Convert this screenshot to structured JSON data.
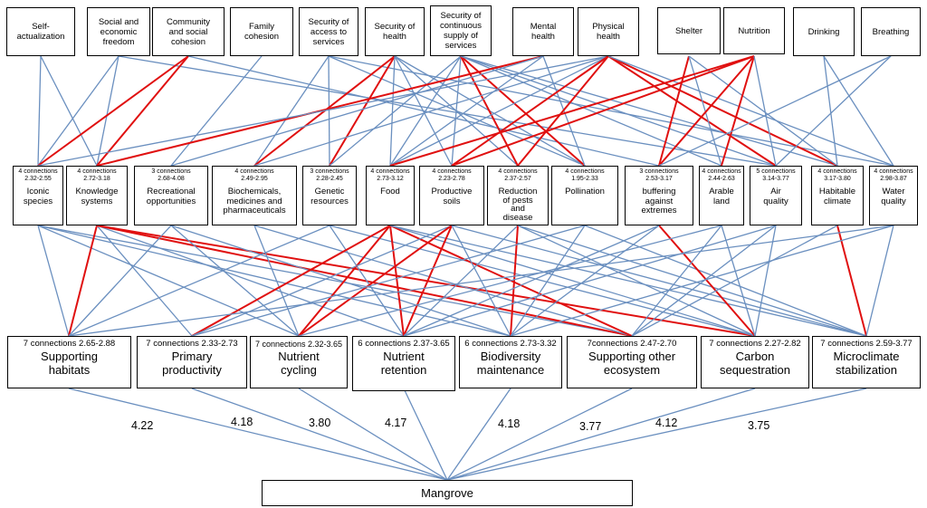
{
  "colors": {
    "blue_line": "#6a8fbf",
    "red_line": "#e01010",
    "box_border": "#000000"
  },
  "top_nodes": [
    {
      "id": "t0",
      "label": "Self-\nactualization"
    },
    {
      "id": "t1",
      "label": "Social and\neconomic\nfreedom"
    },
    {
      "id": "t2",
      "label": "Community\nand social\ncohesion"
    },
    {
      "id": "t3",
      "label": "Family\ncohesion"
    },
    {
      "id": "t4",
      "label": "Security of\naccess to\nservices"
    },
    {
      "id": "t5",
      "label": "Security of\nhealth"
    },
    {
      "id": "t6",
      "label": "Security of\ncontinuous\nsupply of\nservices"
    },
    {
      "id": "t7",
      "label": "Mental\nhealth"
    },
    {
      "id": "t8",
      "label": "Physical\nhealth"
    },
    {
      "id": "t9",
      "label": "Shelter"
    },
    {
      "id": "t10",
      "label": "Nutrition"
    },
    {
      "id": "t11",
      "label": "Drinking"
    },
    {
      "id": "t12",
      "label": "Breathing"
    }
  ],
  "mid_nodes": [
    {
      "id": "m0",
      "connections": "4 connections",
      "range": "2.32-2.55",
      "label": "Iconic\nspecies"
    },
    {
      "id": "m1",
      "connections": "4 connections",
      "range": "2.72-3.18",
      "label": "Knowledge\nsystems"
    },
    {
      "id": "m2",
      "connections": "3 connections",
      "range": "2.68-4.08",
      "label": "Recreational\nopportunities"
    },
    {
      "id": "m3",
      "connections": "4 connections",
      "range": "2.49-2.95",
      "label": "Biochemicals,\nmedicines and\npharmaceuticals"
    },
    {
      "id": "m4",
      "connections": "3 connections",
      "range": "2.28-2.45",
      "label": "Genetic\nresources"
    },
    {
      "id": "m5",
      "connections": "4 connections",
      "range": "2.73-3.12",
      "label": "Food"
    },
    {
      "id": "m6",
      "connections": "4 connections",
      "range": "2.23-2.78",
      "label": "Productive\nsoils"
    },
    {
      "id": "m7",
      "connections": "4 connections",
      "range": "2.37-2.57",
      "label": "Reduction\nof pests\nand\ndisease"
    },
    {
      "id": "m8",
      "connections": "4 connections",
      "range": "1.95-2.33",
      "label": "Pollination"
    },
    {
      "id": "m9",
      "connections": "3 connections",
      "range": "2.53-3.17",
      "label": "buffering\nagainst\nextremes"
    },
    {
      "id": "m10",
      "connections": "4 connections",
      "range": "2.44-2.63",
      "label": "Arable\nland"
    },
    {
      "id": "m11",
      "connections": "5 connections",
      "range": "3.14-3.77",
      "label": "Air\nquality"
    },
    {
      "id": "m12",
      "connections": "4 connections",
      "range": "3.17-3.80",
      "label": "Habitable\nclimate"
    },
    {
      "id": "m13",
      "connections": "4 connections",
      "range": "2.98-3.87",
      "label": "Water\nquality"
    }
  ],
  "bottom_nodes": [
    {
      "id": "b0",
      "cr": "7 connections 2.65-2.88",
      "label": "Supporting\nhabitats"
    },
    {
      "id": "b1",
      "cr": "7 connections   2.33-2.73",
      "label": "Primary\nproductivity"
    },
    {
      "id": "b2",
      "cr": "7 connections 2.32-3.65",
      "label": "Nutrient\ncycling"
    },
    {
      "id": "b3",
      "cr": "6 connections 2.37-3.65",
      "label": "Nutrient\nretention"
    },
    {
      "id": "b4",
      "cr": "6 connections 2.73-3.32",
      "label": "Biodiversity\nmaintenance"
    },
    {
      "id": "b5",
      "cr": "7connections 2.47-2.70",
      "label": "Supporting other\necosystem"
    },
    {
      "id": "b6",
      "cr": "7 connections  2.27-2.82",
      "label": "Carbon\nsequestration"
    },
    {
      "id": "b7",
      "cr": "7 connections 2.59-3.77",
      "label": "Microclimate\nstabilization"
    }
  ],
  "root": {
    "label": "Mangrove"
  },
  "mangrove_weights": [
    "4.22",
    "4.18",
    "3.80",
    "4.17",
    "4.18",
    "3.77",
    "4.12",
    "3.75"
  ],
  "edges_top_mid": [
    [
      "t0",
      "m0",
      "b"
    ],
    [
      "t0",
      "m1",
      "b"
    ],
    [
      "t1",
      "m1",
      "b"
    ],
    [
      "t1",
      "m0",
      "b"
    ],
    [
      "t1",
      "m11",
      "b"
    ],
    [
      "t2",
      "m0",
      "r"
    ],
    [
      "t2",
      "m1",
      "r"
    ],
    [
      "t2",
      "m9",
      "b"
    ],
    [
      "t3",
      "m2",
      "b"
    ],
    [
      "t4",
      "m3",
      "b"
    ],
    [
      "t4",
      "m4",
      "b"
    ],
    [
      "t4",
      "m8",
      "b"
    ],
    [
      "t4",
      "m13",
      "b"
    ],
    [
      "t5",
      "m3",
      "r"
    ],
    [
      "t5",
      "m4",
      "r"
    ],
    [
      "t5",
      "m5",
      "b"
    ],
    [
      "t5",
      "m6",
      "b"
    ],
    [
      "t5",
      "m7",
      "b"
    ],
    [
      "t5",
      "m8",
      "b"
    ],
    [
      "t6",
      "m4",
      "b"
    ],
    [
      "t6",
      "m5",
      "b"
    ],
    [
      "t6",
      "m6",
      "b"
    ],
    [
      "t6",
      "m7",
      "r"
    ],
    [
      "t6",
      "m8",
      "r"
    ],
    [
      "t6",
      "m10",
      "b"
    ],
    [
      "t6",
      "m11",
      "b"
    ],
    [
      "t6",
      "m12",
      "b"
    ],
    [
      "t7",
      "m1",
      "r"
    ],
    [
      "t7",
      "m2",
      "b"
    ],
    [
      "t7",
      "m5",
      "b"
    ],
    [
      "t7",
      "m8",
      "b"
    ],
    [
      "t8",
      "m0",
      "b"
    ],
    [
      "t8",
      "m3",
      "b"
    ],
    [
      "t8",
      "m5",
      "b"
    ],
    [
      "t8",
      "m6",
      "r"
    ],
    [
      "t8",
      "m7",
      "r"
    ],
    [
      "t8",
      "m11",
      "r"
    ],
    [
      "t8",
      "m12",
      "r"
    ],
    [
      "t8",
      "m13",
      "b"
    ],
    [
      "t9",
      "m9",
      "r"
    ],
    [
      "t9",
      "m10",
      "b"
    ],
    [
      "t9",
      "m12",
      "b"
    ],
    [
      "t10",
      "m5",
      "r"
    ],
    [
      "t10",
      "m6",
      "r"
    ],
    [
      "t10",
      "m9",
      "r"
    ],
    [
      "t10",
      "m10",
      "r"
    ],
    [
      "t10",
      "m11",
      "b"
    ],
    [
      "t11",
      "m12",
      "b"
    ],
    [
      "t11",
      "m13",
      "b"
    ],
    [
      "t12",
      "m11",
      "b"
    ],
    [
      "t12",
      "m9",
      "b"
    ]
  ],
  "edges_mid_bot": [
    [
      "m0",
      "b0",
      "b"
    ],
    [
      "m0",
      "b2",
      "b"
    ],
    [
      "m0",
      "b4",
      "b"
    ],
    [
      "m0",
      "b5",
      "b"
    ],
    [
      "m1",
      "b0",
      "r"
    ],
    [
      "m1",
      "b1",
      "b"
    ],
    [
      "m1",
      "b3",
      "b"
    ],
    [
      "m1",
      "b5",
      "r"
    ],
    [
      "m1",
      "b6",
      "r"
    ],
    [
      "m2",
      "b0",
      "b"
    ],
    [
      "m2",
      "b2",
      "b"
    ],
    [
      "m2",
      "b4",
      "b"
    ],
    [
      "m3",
      "b2",
      "b"
    ],
    [
      "m3",
      "b5",
      "b"
    ],
    [
      "m4",
      "b0",
      "b"
    ],
    [
      "m4",
      "b3",
      "b"
    ],
    [
      "m4",
      "b6",
      "b"
    ],
    [
      "m5",
      "b1",
      "r"
    ],
    [
      "m5",
      "b2",
      "r"
    ],
    [
      "m5",
      "b3",
      "r"
    ],
    [
      "m5",
      "b5",
      "r"
    ],
    [
      "m5",
      "b6",
      "b"
    ],
    [
      "m5",
      "b7",
      "b"
    ],
    [
      "m6",
      "b1",
      "b"
    ],
    [
      "m6",
      "b2",
      "r"
    ],
    [
      "m6",
      "b3",
      "r"
    ],
    [
      "m6",
      "b4",
      "b"
    ],
    [
      "m6",
      "b7",
      "b"
    ],
    [
      "m7",
      "b3",
      "b"
    ],
    [
      "m7",
      "b4",
      "r"
    ],
    [
      "m7",
      "b6",
      "b"
    ],
    [
      "m7",
      "b7",
      "b"
    ],
    [
      "m8",
      "b1",
      "b"
    ],
    [
      "m8",
      "b4",
      "b"
    ],
    [
      "m8",
      "b7",
      "b"
    ],
    [
      "m9",
      "b6",
      "r"
    ],
    [
      "m9",
      "b4",
      "b"
    ],
    [
      "m9",
      "b3",
      "b"
    ],
    [
      "m10",
      "b2",
      "b"
    ],
    [
      "m10",
      "b5",
      "b"
    ],
    [
      "m10",
      "b6",
      "b"
    ],
    [
      "m11",
      "b6",
      "b"
    ],
    [
      "m11",
      "b5",
      "b"
    ],
    [
      "m11",
      "b3",
      "b"
    ],
    [
      "m12",
      "b7",
      "r"
    ],
    [
      "m12",
      "b5",
      "b"
    ],
    [
      "m13",
      "b7",
      "b"
    ],
    [
      "m13",
      "b4",
      "b"
    ],
    [
      "m13",
      "b0",
      "b"
    ]
  ]
}
